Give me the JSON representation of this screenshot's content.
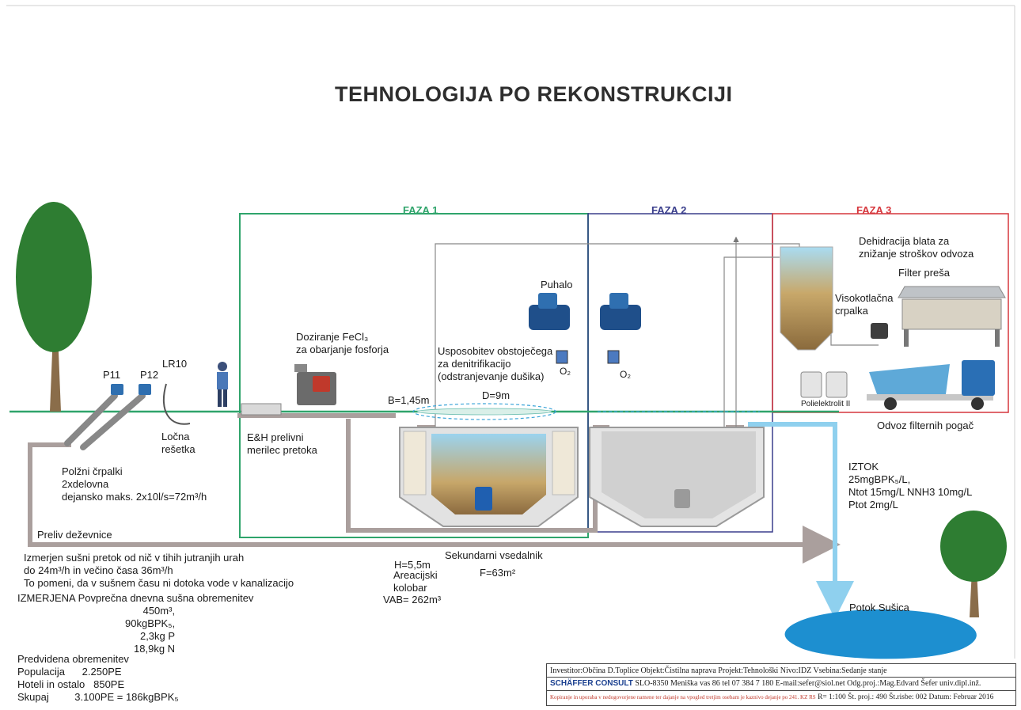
{
  "title": "TEHNOLOGIJA PO REKONSTRUKCIJI",
  "colors": {
    "faza1": "#2fa46b",
    "faza2": "#3a3e8c",
    "faza3": "#d6373d",
    "flow": "#aa9f9d",
    "water": "#8fd0ee"
  },
  "phases": {
    "faza1": "FAZA 1",
    "faza2": "FAZA 2",
    "faza3": "FAZA 3"
  },
  "labels": {
    "p11": "P11",
    "p12": "P12",
    "lr10": "LR10",
    "locna": "Ločna\nrešetka",
    "polzni": "Polžni črpalki\n2xdelovna\ndejansko maks. 2x10l/s=72m³/h",
    "eh": "E&H prelivni\nmerilec pretoka",
    "doziranje": "Doziranje FeCl₃\nza obarjanje fosforja",
    "usposobitev": "Usposobitev obstoječega\nza denitrifikacijo\n(odstranjevanje dušika)",
    "puhalo": "Puhalo",
    "o2a": "O₂",
    "o2b": "O₂",
    "b": "B=1,45m",
    "d": "D=9m",
    "dehidracija": "Dehidracija blata za\nznižanje stroškov odvoza",
    "filter": "Filter preša",
    "visokotlacna": "Visokotlačna\ncrpalka",
    "polielektrolit": "Polielektrolit II",
    "odvoz": "Odvoz filternih pogač",
    "iztok": "IZTOK\n25mgBPK₅/L,\nNtot 15mg/L NNH3 10mg/L\nPtot 2mg/L",
    "preliv": "Preliv deževnice",
    "sekundarni": "Sekundarni vsedalnik",
    "f": "F=63m²",
    "h": "H=5,5m",
    "areacijski": "Areacijski\nkolobar",
    "vab": "VAB= 262m³",
    "potok": "Potok Sušica",
    "izmerjen": "Izmerjen sušni pretok od nič v tihih jutranjih urah\ndo 24m³/h in večino časa 36m³/h\nTo pomeni, da v sušnem času ni dotoka vode v kanalizacijo",
    "izmerjena": "IZMERJENA Povprečna dnevna sušna obremenitev",
    "obremenitev_vals": "450m³,\n90kgBPK₅,\n2,3kg P\n18,9kg N",
    "predvidena": "Predvidena obremenitev\nPopulacija      2.250PE\nHoteli in ostalo   850PE\nSkupaj         3.100PE = 186kgBPK₅"
  },
  "title_block": {
    "row1": "Investitor:Občina D.Toplice       Objekt:Čistilna naprava  Projekt:Tehnološki      Nivo:IDZ       Vsebina:Sedanje stanje",
    "company": "SCHÄFFER CONSULT",
    "row2": " SLO-8350 Meniška vas 86  tel 07 384 7 180 E-mail:sefer@siol.net Odg.proj.:Mag.Edvard Šefer univ.dipl.inž.",
    "copyright": "Kopiranje in uporaba v nedogovorjene namene ter dajanje na vpogled tretjim osebam je kaznivo dejanje po 241. KZ RS",
    "row3": "  R= 1:100 Št. proj.: 490  Št.risbe:  002 Datum: Februar 2016"
  }
}
